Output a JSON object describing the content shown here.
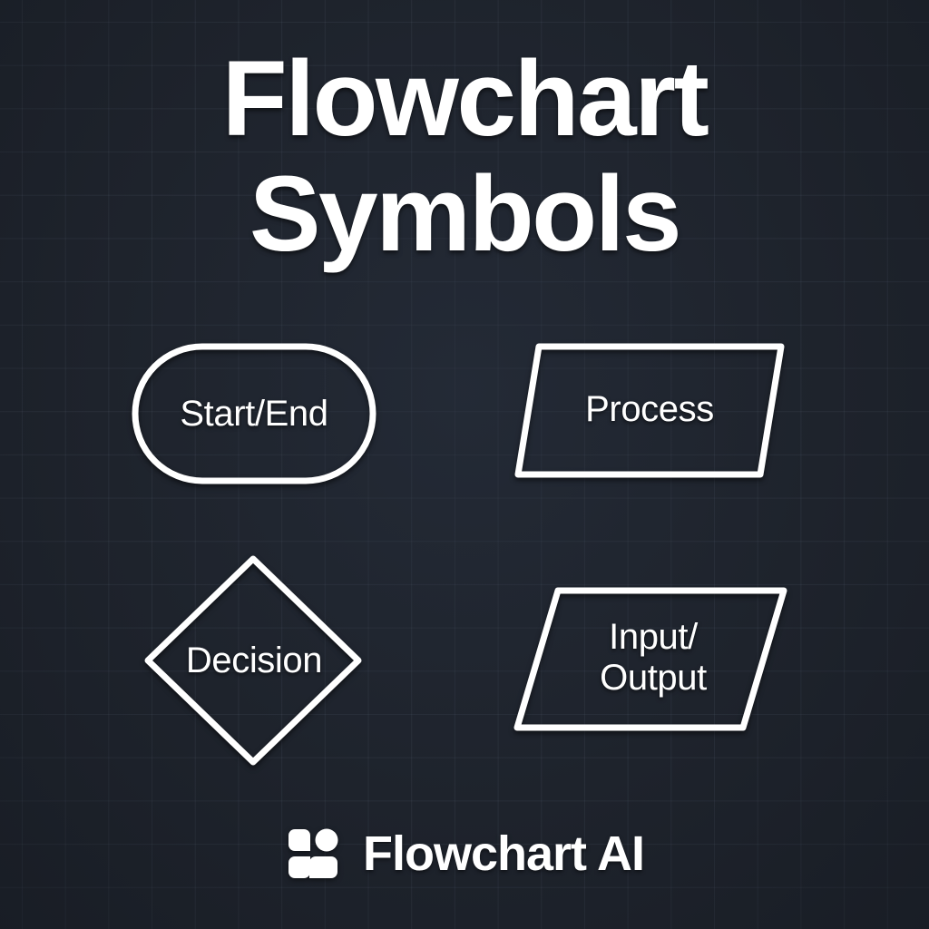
{
  "page": {
    "title": "Flowchart Symbols",
    "title_lines": "Flowchart\nSymbols",
    "background_color": "#1e232c",
    "grid_line_color": "#2b323d",
    "stroke_color": "#ffffff",
    "text_color": "#ffffff"
  },
  "symbols": [
    {
      "id": "start-end",
      "label": "Start/End",
      "shape": "stadium",
      "icon_name": "stadium-shape-icon"
    },
    {
      "id": "process",
      "label": "Process",
      "shape": "parallelogram",
      "icon_name": "parallelogram-shape-icon"
    },
    {
      "id": "decision",
      "label": "Decision",
      "shape": "diamond",
      "icon_name": "diamond-shape-icon"
    },
    {
      "id": "input-output",
      "label": "Input/\nOutput",
      "shape": "parallelogram",
      "icon_name": "parallelogram-shape-icon"
    }
  ],
  "brand": {
    "name": "Flowchart AI",
    "logo_name": "flowchart-ai-logo-icon"
  }
}
